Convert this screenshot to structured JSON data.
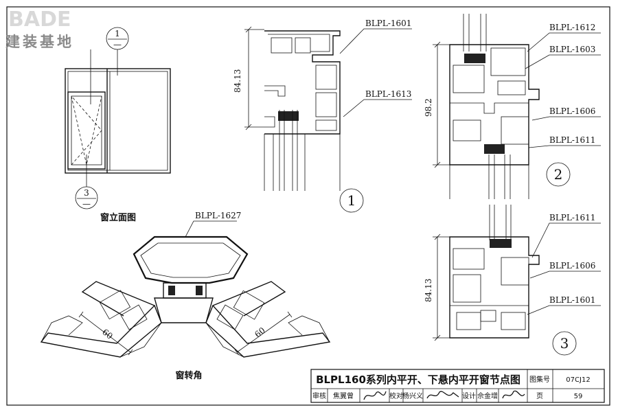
{
  "logo": {
    "brand": "BADE",
    "tagline": "建装基地"
  },
  "elevation": {
    "caption": "窗立面图",
    "section_top": {
      "num": "1",
      "bar": "—"
    },
    "section_bottom": {
      "num": "3",
      "bar": "—"
    }
  },
  "corner": {
    "caption": "窗转角",
    "part_label": "BLPL-1627",
    "dim_left": "60",
    "dim_right": "60"
  },
  "node1": {
    "callout": "1",
    "dim": "84.13",
    "labels": [
      "BLPL-1601",
      "BLPL-1613"
    ]
  },
  "node2": {
    "callout": "2",
    "dim": "98.2",
    "labels": [
      "BLPL-1612",
      "BLPL-1603",
      "BLPL-1606",
      "BLPL-1611"
    ]
  },
  "node3": {
    "callout": "3",
    "dim": "84.13",
    "labels": [
      "BLPL-1611",
      "BLPL-1606",
      "BLPL-1601"
    ]
  },
  "title_block": {
    "title": "BLPL160系列内平开、下悬内平开窗节点图",
    "atlas_label": "图集号",
    "atlas_no": "07CJ12",
    "review_label": "审核",
    "reviewer": "焦翼曾",
    "check_label": "校对",
    "checker": "杨兴义",
    "design_label": "设计",
    "designer": "佘金增",
    "page_label": "页",
    "page_no": "59"
  }
}
